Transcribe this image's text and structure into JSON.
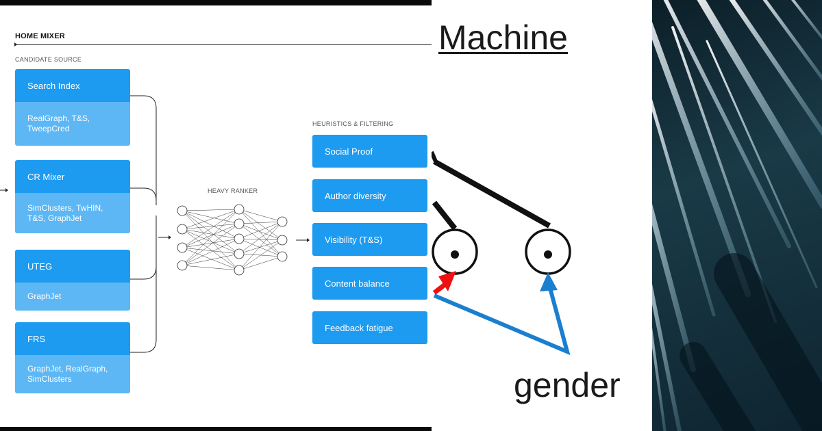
{
  "diagram": {
    "title": "HOME MIXER",
    "candidate_source_label": "CANDIDATE SOURCE",
    "sources": [
      {
        "name": "Search Index",
        "details": "RealGraph, T&S, TweepCred"
      },
      {
        "name": "CR Mixer",
        "details": "SimClusters, TwHIN, T&S, GraphJet"
      },
      {
        "name": "UTEG",
        "details": "GraphJet"
      },
      {
        "name": "FRS",
        "details": "GraphJet, RealGraph, SimClusters"
      }
    ],
    "heavy_ranker_label": "HEAVY RANKER",
    "heuristics_label": "HEURISTICS & FILTERING",
    "heuristics": [
      "Social Proof",
      "Author diversity",
      "Visibility (T&S)",
      "Content balance",
      "Feedback fatigue"
    ],
    "colors": {
      "card_head": "#1d9bf0",
      "card_body": "#5db7f5"
    }
  },
  "crop_middle": {
    "top_word": "Machine",
    "bottom_word": "gender",
    "colors": {
      "red_arrow": "#ee1111",
      "blue_arrow": "#1b7fcf"
    }
  },
  "photo_right": {
    "colors": {
      "dark": "#0c1f28",
      "streak": "#e8f4fa"
    }
  }
}
